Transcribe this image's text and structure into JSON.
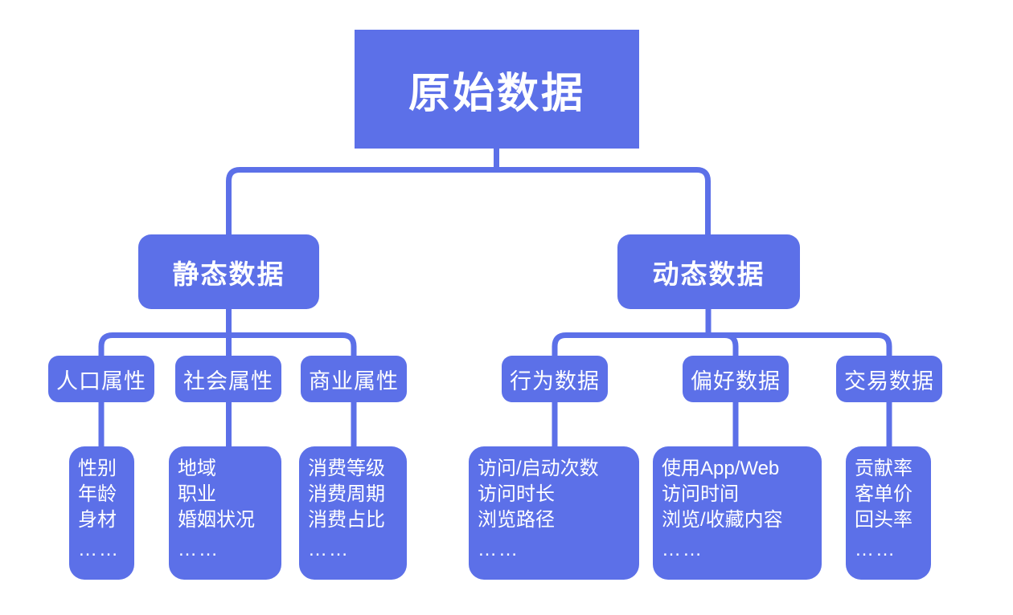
{
  "colors": {
    "node_fill": "#5c70e8",
    "connector": "#5c70e8",
    "node_text": "#ffffff",
    "background": "#ffffff"
  },
  "tree": {
    "root": {
      "label": "原始数据"
    },
    "branches": [
      {
        "label": "静态数据",
        "categories": [
          {
            "label": "人口属性",
            "details": [
              "性别",
              "年龄",
              "身材"
            ],
            "more": "……"
          },
          {
            "label": "社会属性",
            "details": [
              "地域",
              "职业",
              "婚姻状况"
            ],
            "more": "……"
          },
          {
            "label": "商业属性",
            "details": [
              "消费等级",
              "消费周期",
              "消费占比"
            ],
            "more": "……"
          }
        ]
      },
      {
        "label": "动态数据",
        "categories": [
          {
            "label": "行为数据",
            "details": [
              "访问/启动次数",
              "访问时长",
              "浏览路径"
            ],
            "more": "……"
          },
          {
            "label": "偏好数据",
            "details": [
              "使用App/Web",
              "访问时间",
              "浏览/收藏内容"
            ],
            "more": "……"
          },
          {
            "label": "交易数据",
            "details": [
              "贡献率",
              "客单价",
              "回头率"
            ],
            "more": "……"
          }
        ]
      }
    ]
  }
}
